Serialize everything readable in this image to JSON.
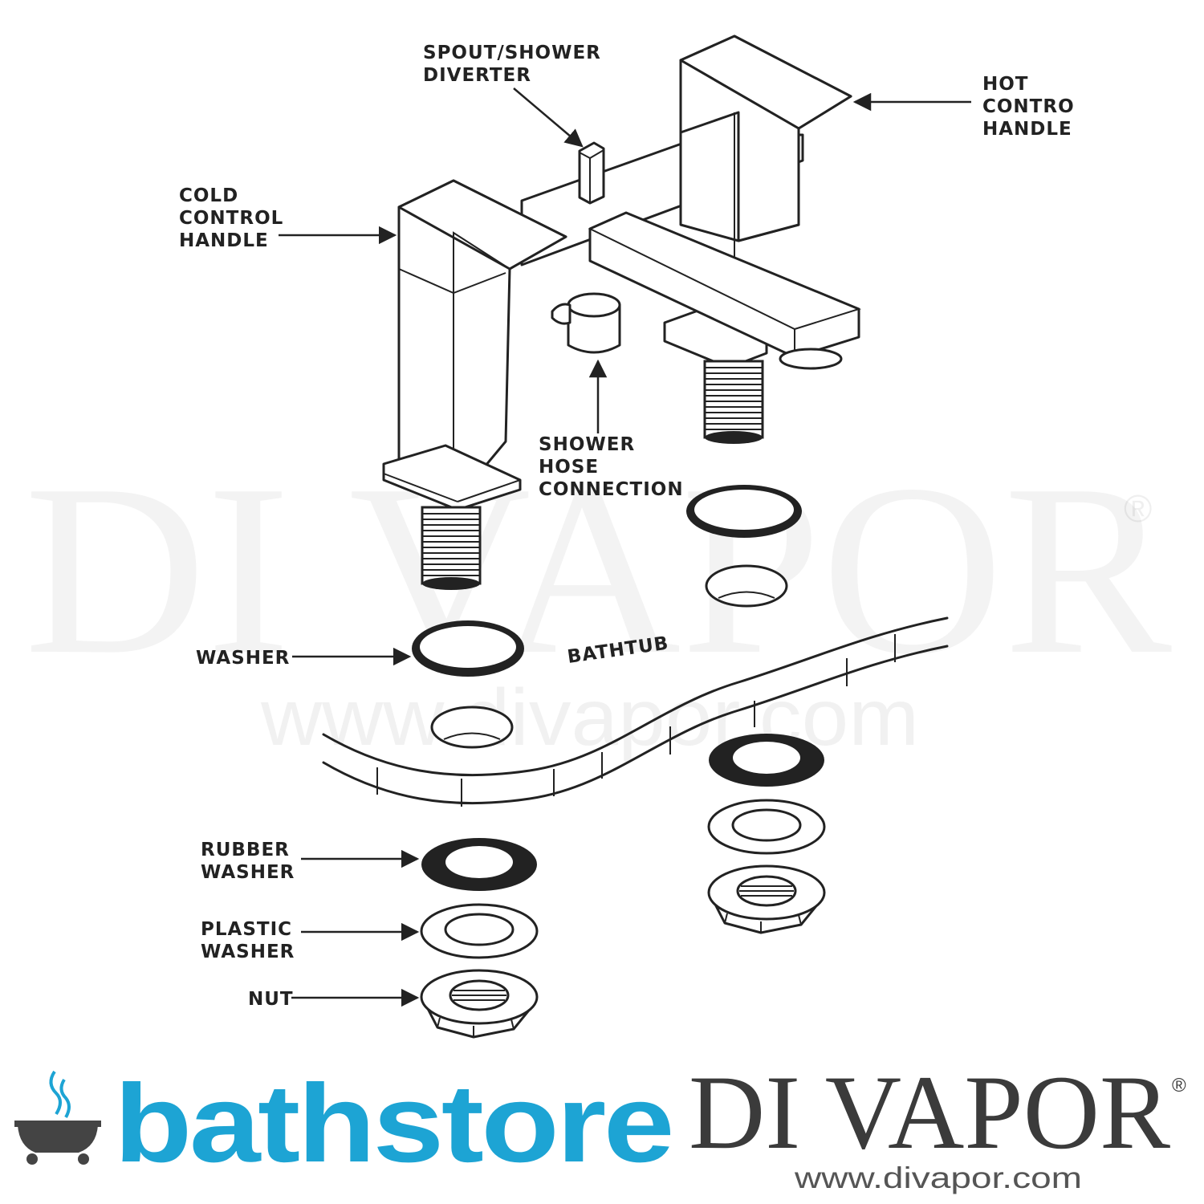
{
  "labels": {
    "spout_line1": "SPOUT/SHOWER",
    "spout_line2": "DIVERTER",
    "hot_line1": "HOT",
    "hot_line2": "CONTRO",
    "hot_line3": "HANDLE",
    "cold_line1": "COLD",
    "cold_line2": "CONTROL",
    "cold_line3": "HANDLE",
    "shower_line1": "SHOWER",
    "shower_line2": "HOSE",
    "shower_line3": "CONNECTION",
    "washer": "WASHER",
    "bathtub": "BATHTUB",
    "rubber_line1": "RUBBER",
    "rubber_line2": "WASHER",
    "plastic_line1": "PLASTIC",
    "plastic_line2": "WASHER",
    "nut": "NUT"
  },
  "watermark": {
    "brand": "DI VAPOR",
    "registered": "®",
    "url": "www.divapor.com"
  },
  "footer": {
    "left_brand": "bathstore",
    "right_brand": "DI VAPOR",
    "right_registered": "®",
    "right_url": "www.divapor.com"
  },
  "colors": {
    "bathstore_blue": "#1da4d4",
    "divapor_grey": "#3b3b3b",
    "line": "#222222"
  }
}
